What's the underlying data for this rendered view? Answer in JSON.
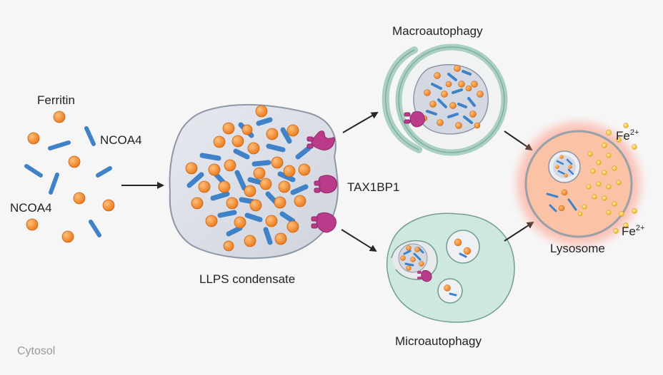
{
  "labels": {
    "ferritin": "Ferritin",
    "ncoa4_top": "NCOA4",
    "ncoa4_bottom": "NCOA4",
    "llps": "LLPS condensate",
    "tax1bp1": "TAX1BP1",
    "macro": "Macroautophagy",
    "micro": "Microautophagy",
    "lysosome": "Lysosome",
    "fe_top_base": "Fe",
    "fe_top_sup": "2+",
    "fe_bottom_base": "Fe",
    "fe_bottom_sup": "2+",
    "cytosol": "Cytosol"
  },
  "colors": {
    "background": "#f6f6f7",
    "ferritin": "#f0922e",
    "ncoa4": "#3f82c8",
    "tax1bp1": "#b93b8a",
    "condensate": "#d9dce5",
    "membrane": "#a9d0c2",
    "lysosome_glow": "#ff6b57",
    "iron": "#f6c62a",
    "arrow": "#262626",
    "text": "#222222",
    "cytosol_text": "#9a9a9a"
  }
}
